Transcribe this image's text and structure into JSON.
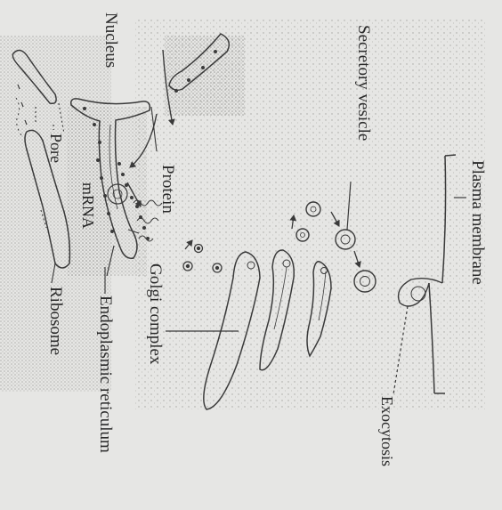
{
  "diagram": {
    "labels": {
      "plasma_membrane": "Plasma membrane",
      "secretory_vesicle": "Secretory vesicle",
      "exocytosis": "Exocytosis",
      "nucleus": "Nucleus",
      "protein": "Protein",
      "golgi_complex": "Golgi complex",
      "pore": "Pore",
      "mrna": "mRNA",
      "endoplasmic_reticulum": "Endoplasmic reticulum",
      "ribosome": "Ribosome"
    },
    "colors": {
      "background": "#e6e6e4",
      "line": "#3a3a3a",
      "stipple": "#9a9a96"
    }
  }
}
